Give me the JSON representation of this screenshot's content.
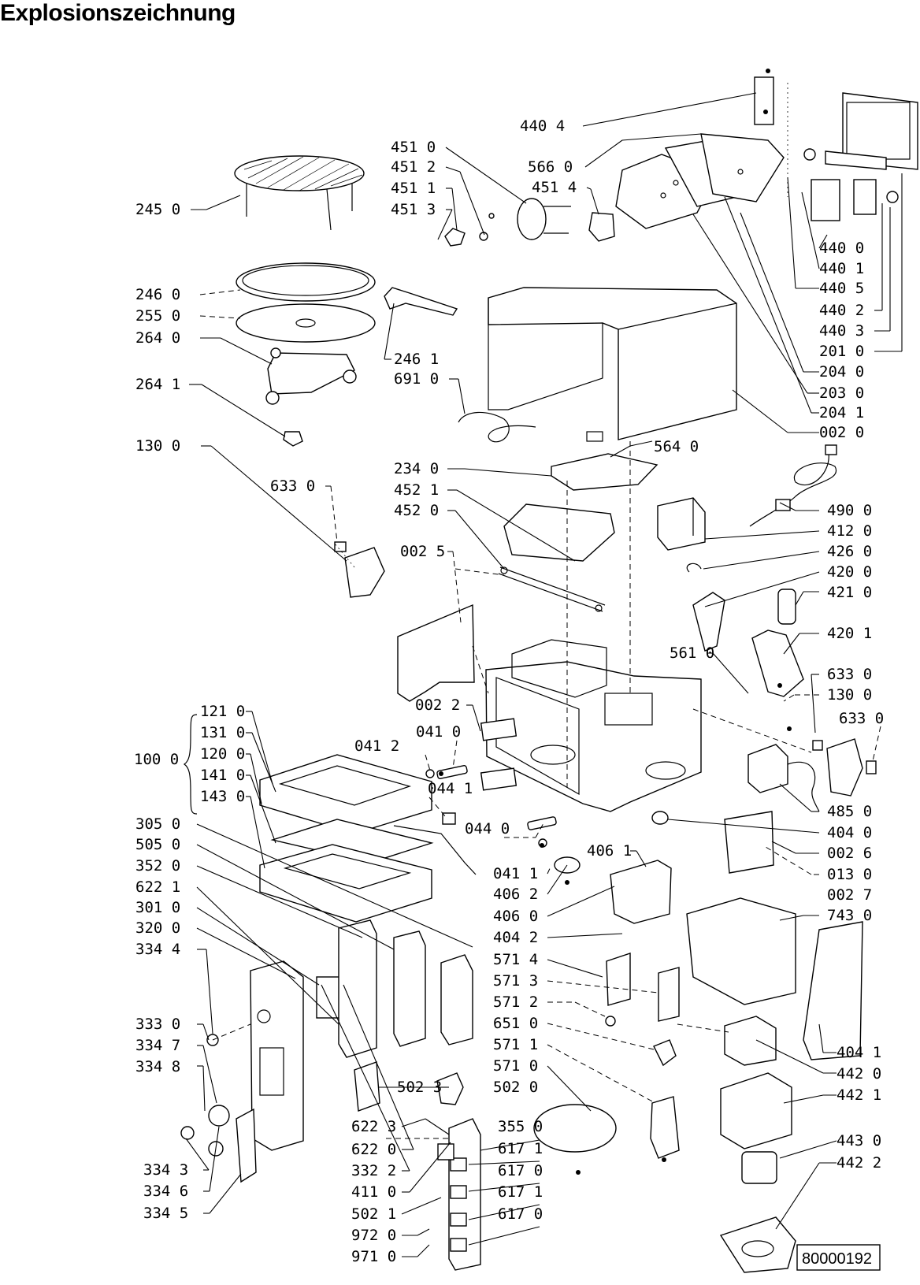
{
  "page": {
    "title": "Explosionszeichnung",
    "doc_number": "80000192"
  },
  "labels": [
    {
      "id": "l4404",
      "text": "440 4"
    },
    {
      "id": "l4510",
      "text": "451 0"
    },
    {
      "id": "l4512",
      "text": "451 2"
    },
    {
      "id": "l4511",
      "text": "451 1"
    },
    {
      "id": "l4513",
      "text": "451 3"
    },
    {
      "id": "l4514",
      "text": "451 4"
    },
    {
      "id": "l5660",
      "text": "566 0"
    },
    {
      "id": "l2450",
      "text": "245 0"
    },
    {
      "id": "l4400",
      "text": "440 0"
    },
    {
      "id": "l4401",
      "text": "440 1"
    },
    {
      "id": "l4405",
      "text": "440 5"
    },
    {
      "id": "l4402",
      "text": "440 2"
    },
    {
      "id": "l4403",
      "text": "440 3"
    },
    {
      "id": "l2010",
      "text": "201 0"
    },
    {
      "id": "l2460",
      "text": "246 0"
    },
    {
      "id": "l2550",
      "text": "255 0"
    },
    {
      "id": "l2640",
      "text": "264 0"
    },
    {
      "id": "l2461",
      "text": "246 1"
    },
    {
      "id": "l6910",
      "text": "691 0"
    },
    {
      "id": "l2641",
      "text": "264 1"
    },
    {
      "id": "l2040",
      "text": "204 0"
    },
    {
      "id": "l2030",
      "text": "203 0"
    },
    {
      "id": "l2041",
      "text": "204 1"
    },
    {
      "id": "l0020",
      "text": "002 0"
    },
    {
      "id": "l1300a",
      "text": "130 0"
    },
    {
      "id": "l5640",
      "text": "564 0"
    },
    {
      "id": "l2340",
      "text": "234 0"
    },
    {
      "id": "l6330a",
      "text": "633 0"
    },
    {
      "id": "l4521",
      "text": "452 1"
    },
    {
      "id": "l4520",
      "text": "452 0"
    },
    {
      "id": "l4900",
      "text": "490 0"
    },
    {
      "id": "l4120",
      "text": "412 0"
    },
    {
      "id": "l4260",
      "text": "426 0"
    },
    {
      "id": "l0025",
      "text": "002 5"
    },
    {
      "id": "l4200",
      "text": "420 0"
    },
    {
      "id": "l4210",
      "text": "421 0"
    },
    {
      "id": "l4201",
      "text": "420 1"
    },
    {
      "id": "l5610",
      "text": "561 0"
    },
    {
      "id": "l6330b",
      "text": "633 0"
    },
    {
      "id": "l1300b",
      "text": "130 0"
    },
    {
      "id": "l0022",
      "text": "002 2"
    },
    {
      "id": "l1210",
      "text": "121 0"
    },
    {
      "id": "l1310",
      "text": "131 0"
    },
    {
      "id": "l1000",
      "text": "100 0"
    },
    {
      "id": "l1200",
      "text": "120 0"
    },
    {
      "id": "l1410",
      "text": "141 0"
    },
    {
      "id": "l1430",
      "text": "143 0"
    },
    {
      "id": "l0412",
      "text": "041 2"
    },
    {
      "id": "l0410",
      "text": "041 0"
    },
    {
      "id": "l0441",
      "text": "044 1"
    },
    {
      "id": "l6330c",
      "text": "633 0"
    },
    {
      "id": "l3050",
      "text": "305 0"
    },
    {
      "id": "l0440",
      "text": "044 0"
    },
    {
      "id": "l4850",
      "text": "485 0"
    },
    {
      "id": "l4040",
      "text": "404 0"
    },
    {
      "id": "l5050",
      "text": "505 0"
    },
    {
      "id": "l4061",
      "text": "406 1"
    },
    {
      "id": "l0026",
      "text": "002 6"
    },
    {
      "id": "l3520",
      "text": "352 0"
    },
    {
      "id": "l0411",
      "text": "041 1"
    },
    {
      "id": "l0130",
      "text": "013 0"
    },
    {
      "id": "l6221",
      "text": "622 1"
    },
    {
      "id": "l4062",
      "text": "406 2"
    },
    {
      "id": "l0027",
      "text": "002 7"
    },
    {
      "id": "l3010",
      "text": "301 0"
    },
    {
      "id": "l4060",
      "text": "406 0"
    },
    {
      "id": "l7430",
      "text": "743 0"
    },
    {
      "id": "l3200",
      "text": "320 0"
    },
    {
      "id": "l4042",
      "text": "404 2"
    },
    {
      "id": "l3344",
      "text": "334 4"
    },
    {
      "id": "l5714",
      "text": "571 4"
    },
    {
      "id": "l5713",
      "text": "571 3"
    },
    {
      "id": "l5712",
      "text": "571 2"
    },
    {
      "id": "l6510",
      "text": "651 0"
    },
    {
      "id": "l3330",
      "text": "333 0"
    },
    {
      "id": "l5711",
      "text": "571 1"
    },
    {
      "id": "l3347",
      "text": "334 7"
    },
    {
      "id": "l4041",
      "text": "404 1"
    },
    {
      "id": "l5710",
      "text": "571 0"
    },
    {
      "id": "l4420",
      "text": "442 0"
    },
    {
      "id": "l3348",
      "text": "334 8"
    },
    {
      "id": "l5023",
      "text": "502 3"
    },
    {
      "id": "l5020",
      "text": "502 0"
    },
    {
      "id": "l4421",
      "text": "442 1"
    },
    {
      "id": "l6223",
      "text": "622 3"
    },
    {
      "id": "l3550",
      "text": "355 0"
    },
    {
      "id": "l4430",
      "text": "443 0"
    },
    {
      "id": "l6220",
      "text": "622 0"
    },
    {
      "id": "l6171a",
      "text": "617 1"
    },
    {
      "id": "l4422",
      "text": "442 2"
    },
    {
      "id": "l3343",
      "text": "334 3"
    },
    {
      "id": "l3322",
      "text": "332 2"
    },
    {
      "id": "l6170a",
      "text": "617 0"
    },
    {
      "id": "l3346",
      "text": "334 6"
    },
    {
      "id": "l4110",
      "text": "411 0"
    },
    {
      "id": "l6171b",
      "text": "617 1"
    },
    {
      "id": "l3345",
      "text": "334 5"
    },
    {
      "id": "l5021",
      "text": "502 1"
    },
    {
      "id": "l6170b",
      "text": "617 0"
    },
    {
      "id": "l9720",
      "text": "972 0"
    },
    {
      "id": "l9710",
      "text": "971 0"
    }
  ]
}
